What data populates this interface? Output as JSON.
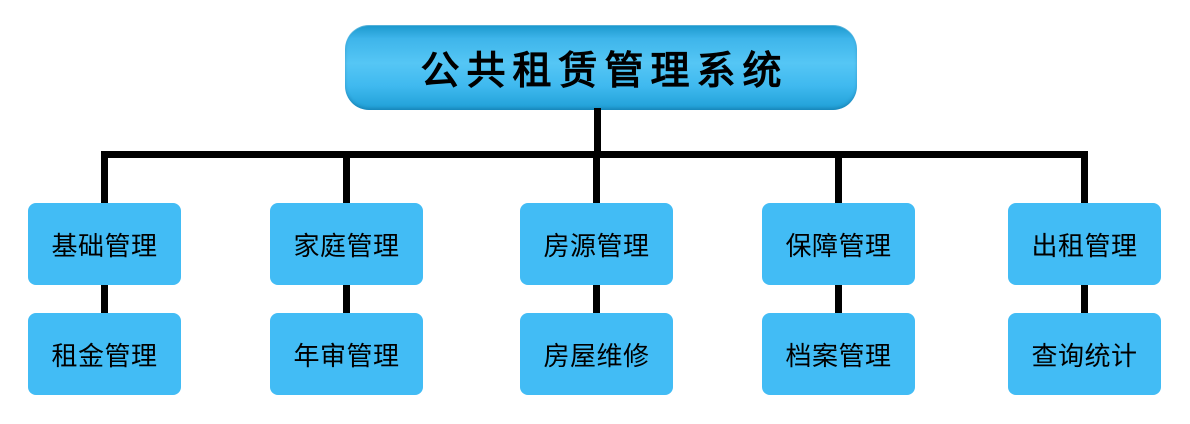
{
  "diagram": {
    "title": "公共租赁管理系统",
    "columns": [
      {
        "parent": "基础管理",
        "child": "租金管理"
      },
      {
        "parent": "家庭管理",
        "child": "年审管理"
      },
      {
        "parent": "房源管理",
        "child": "房屋维修"
      },
      {
        "parent": "保障管理",
        "child": "档案管理"
      },
      {
        "parent": "出租管理",
        "child": "查询统计"
      }
    ],
    "colors": {
      "canvas_bg": "#FFFFFF",
      "node_fill": "#42BCF5",
      "root_top": "#1B98CD",
      "root_mid": "#55C6F5",
      "root_bottom": "#1F9FD6",
      "connector": "#000000",
      "text": "#000000"
    }
  }
}
